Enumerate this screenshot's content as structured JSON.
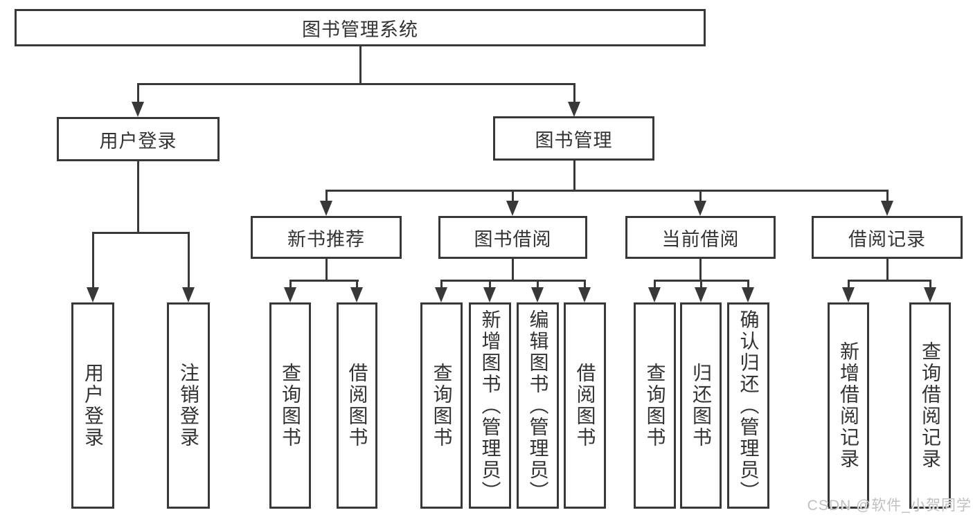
{
  "diagram_type": "hierarchy-tree",
  "title": "图书管理系统",
  "level2": {
    "user_login": "用户登录",
    "book_mgmt": "图书管理"
  },
  "level3": {
    "new_book": "新书推荐",
    "book_borrow": "图书借阅",
    "current_borrow": "当前借阅",
    "borrow_record": "借阅记录"
  },
  "leaves": {
    "user_login": [
      "用户登录",
      "注销登录"
    ],
    "new_book": [
      "查询图书",
      "借阅图书"
    ],
    "book_borrow": [
      "查询图书",
      "新增图书（管理员）",
      "编辑图书（管理员）",
      "借阅图书"
    ],
    "current_borrow": [
      "查询图书",
      "归还图书",
      "确认归还（管理员）"
    ],
    "borrow_record": [
      "新增借阅记录",
      "查询借阅记录"
    ]
  },
  "watermark": "CSDN @软件_小贺同学",
  "colors": {
    "line": "#383838",
    "text": "#333333",
    "watermark": "#c0bfbf",
    "background": "#ffffff"
  }
}
